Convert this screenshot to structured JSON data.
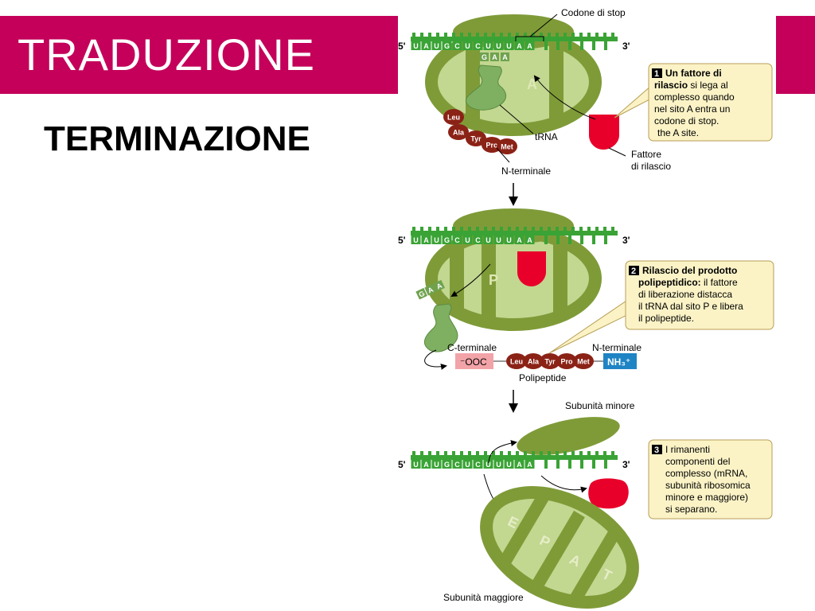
{
  "header": {
    "title": "TRADUZIONE",
    "subtitle": "TERMINAZIONE"
  },
  "colors": {
    "banner": "#c4005a",
    "mrna": "#3aa335",
    "ribosome_dark": "#7f9b38",
    "ribosome_light": "#c2d790",
    "release_factor": "#e8002a",
    "amino_acid": "#8b2216",
    "callout_bg": "#fbf3c6",
    "cooh_box": "#f2a3a8",
    "nh3_box": "#1f84c4"
  },
  "mrna": {
    "five_prime": "5'",
    "three_prime": "3'",
    "codons": [
      "U",
      "A",
      "U",
      "G",
      "C",
      "U",
      "C",
      "U",
      "U",
      "U",
      "A",
      "A"
    ]
  },
  "step1": {
    "stop_codon_label": "Codone di stop",
    "anticodon": [
      "G",
      "A",
      "A"
    ],
    "site_a": "A",
    "trna_label": "tRNA",
    "n_terminal_label": "N-terminale",
    "release_factor_label_1": "Fattore",
    "release_factor_label_2": "di rilascio",
    "amino_acids": [
      "Leu",
      "Ala",
      "Tyr",
      "Pro",
      "Met"
    ],
    "callout": {
      "number": "1",
      "line1_bold": "Un fattore di",
      "line2_bold": "rilascio",
      "line2_rest": " si lega al",
      "line3": "complesso quando",
      "line4": "nel sito A entra un",
      "line5": "codone di stop.",
      "line6": "the A site."
    }
  },
  "step2": {
    "site_p": "P",
    "anticodon": [
      "G",
      "A",
      "A"
    ],
    "c_terminal_label": "C-terminale",
    "n_terminal_label": "N-terminale",
    "cooh": "⁻OOC",
    "nh3": "NH₃⁺",
    "polypeptide_label": "Polipeptide",
    "amino_acids": [
      "Leu",
      "Ala",
      "Tyr",
      "Pro",
      "Met"
    ],
    "callout": {
      "number": "2",
      "line1_bold": "Rilascio del prodotto",
      "line2_bold": "polipeptidico:",
      "line2_rest": " il fattore",
      "line3": "di liberazione distacca",
      "line4": "il tRNA dal sito P e libera",
      "line5": "il polipeptide."
    }
  },
  "step3": {
    "small_subunit_label": "Subunità minore",
    "large_subunit_label": "Subunità maggiore",
    "sites": [
      "E",
      "P",
      "A",
      "T"
    ],
    "callout": {
      "number": "3",
      "line1": "I rimanenti",
      "line2": "componenti del",
      "line3": "complesso (mRNA,",
      "line4": "subunità ribosomica",
      "line5": "minore e maggiore)",
      "line6": "si separano."
    }
  }
}
